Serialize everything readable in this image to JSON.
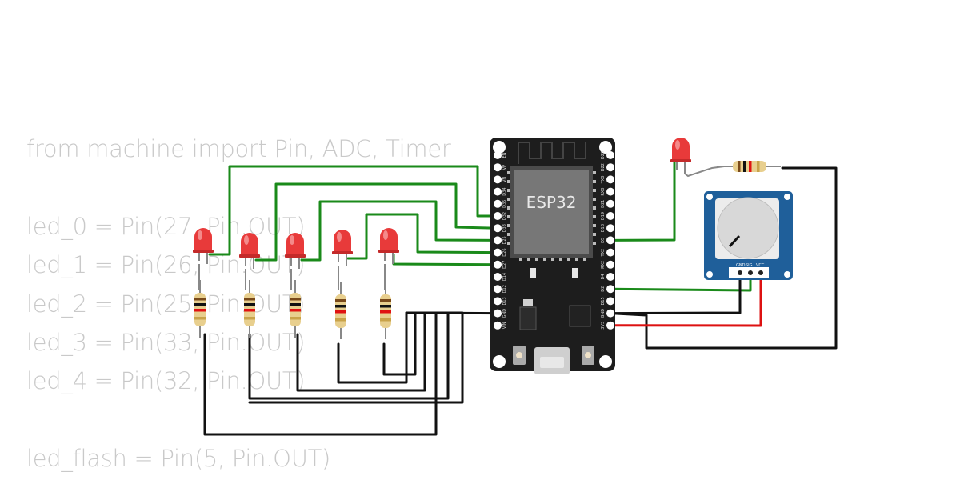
{
  "code": {
    "lines": [
      "from machine import Pin, ADC, Timer",
      "",
      "led_0 = Pin(27, Pin.OUT)",
      "led_1 = Pin(26, Pin.OUT)",
      "led_2 = Pin(25, Pin.OUT)",
      "led_3 = Pin(33, Pin.OUT)",
      "led_4 = Pin(32, Pin.OUT)",
      "",
      "led_flash = Pin(5, Pin.OUT)"
    ]
  },
  "board": {
    "label": "ESP32",
    "left_pins": [
      "EN",
      "VP",
      "VN",
      "D34",
      "D35",
      "D32",
      "D33",
      "D25",
      "D26",
      "D27",
      "D14",
      "D12",
      "D13",
      "GND",
      "VIN"
    ],
    "right_pins": [
      "D23",
      "D22",
      "TX0",
      "RX0",
      "D21",
      "D19",
      "D18",
      "D5",
      "TX2",
      "RX2",
      "D4",
      "D2",
      "D15",
      "GND",
      "3V3"
    ]
  },
  "potentiometer": {
    "pins": [
      "GND",
      "SIG",
      "VCC"
    ]
  },
  "colors": {
    "signal_wire": "#1a8a1a",
    "ground_wire": "#111111",
    "power_wire": "#dd1111",
    "led": "#e83a3a",
    "board": "#1d1d1d",
    "pot_pcb": "#1f5f9a"
  }
}
